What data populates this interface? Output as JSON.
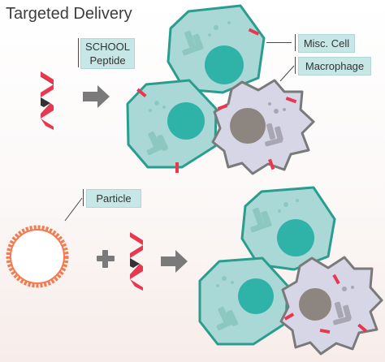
{
  "title": "Targeted Delivery",
  "labels": {
    "school_peptide_line1": "SCHOOL",
    "school_peptide_line2": "Peptide",
    "misc_cell": "Misc. Cell",
    "macrophage": "Macrophage",
    "particle": "Particle"
  },
  "colors": {
    "cell_fill": "#a9d8d6",
    "cell_stroke": "#2a9d8f",
    "nucleus": "#2fb3a8",
    "macrophage_fill": "#d7d6e6",
    "macrophage_stroke": "#7a7a7a",
    "macrophage_nucleus": "#8d8580",
    "receptor": "#e8384f",
    "peptide_red": "#e8384f",
    "peptide_dark": "#333333",
    "particle_ring": "#f47b50",
    "arrow": "#7a7a7a",
    "label_box": "#c7e7e6"
  },
  "icons": [
    "peptide-helix-icon",
    "particle-icon",
    "arrow-right-icon",
    "plus-icon"
  ]
}
